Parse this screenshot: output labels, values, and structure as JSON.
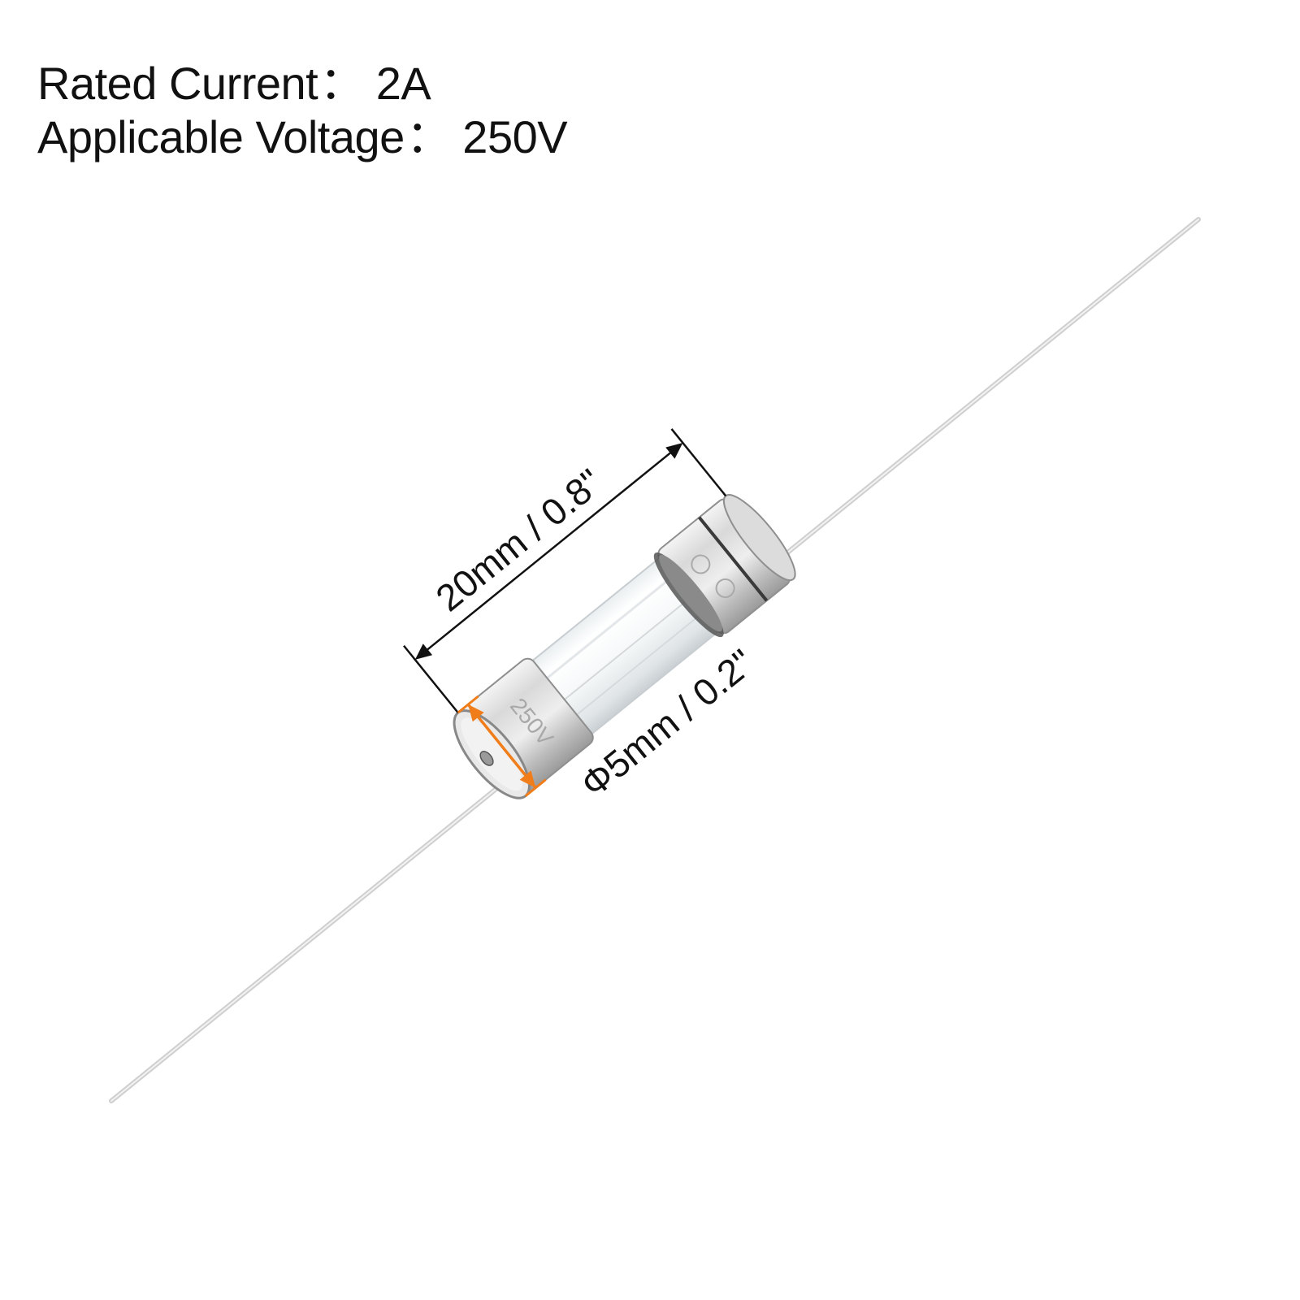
{
  "specs": {
    "rated_current_label": "Rated Current",
    "rated_current_value": "2A",
    "voltage_label": "Applicable Voltage",
    "voltage_value": "250V",
    "separator": "："
  },
  "dimensions": {
    "length": "20mm / 0.8\"",
    "diameter": "Φ5mm / 0.2\""
  },
  "product": {
    "type": "glass-tube-fuse-with-axial-leads",
    "cap_marking": "250V"
  },
  "colors": {
    "background": "#ffffff",
    "text": "#111111",
    "dimension_line": "#111111",
    "diameter_marker": "#f07d1a",
    "metal_cap": "#c8c8c8",
    "wire": "#d8d8d8"
  }
}
